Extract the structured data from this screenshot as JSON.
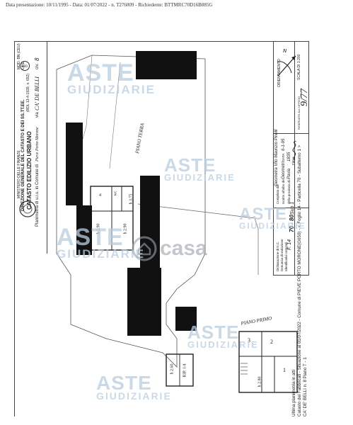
{
  "header": {
    "line": "Data presentazione: 10/11/1995 - Data: 01/07/2022 - n. T276009 - Richiedente: BTTMRC70D16B885G"
  },
  "left_panel": {
    "ministry": "MINISTERO DELLE FINANZE",
    "directorate": "DIREZIONE GENERALE DEL CATASTO E DEI SS.TT.EE.",
    "catasto": "CATASTO EDILIZIO URBANO",
    "rdl": "(RDL 13-4-1939, n. 652)",
    "planimetria": "Planimetria di u.i.u. in Comune di",
    "comune_hw": "Pieve Porto Morone",
    "via_label": "via",
    "via_hw": "CA' DE BELLI",
    "civ_label": "civ.",
    "civ_hw": "8",
    "mod": "MOD. BN (CEU)",
    "lire": "LIRE",
    "lire_value": "400"
  },
  "right_panel": {
    "scale": "SCALA DI 1:200",
    "orientamento": "ORIENTAMENTO",
    "north": "N",
    "riservato": "RISERVATO ALL'UFFICIO",
    "riservato_hw": "9/77",
    "dichiarazione": "Dichiarazione di N.C.",
    "denuncia": "Denuncia di variazione",
    "identificativi": "Identificativi catastali",
    "compilata": "Compilata dal",
    "compilata_hw": "Geometra Vito Maurizio Pinelli",
    "iscritto": "Iscritto all'albo de",
    "iscritto_hw": "Geometri",
    "provincia": "della provincia di",
    "provincia_hw": "Pavia",
    "numero_hw": "1835",
    "data_label": "DATA",
    "data_hw": "6-1-95",
    "firma_label": "Firma:",
    "foglio_hw": "F. 14",
    "mappale_hw": "70 - 80",
    "sub_hw": "Sub 1"
  },
  "bottom_vertical": {
    "line": "Ultima planimetria in atti",
    "situazione": "Catasto dei Fabbricati - Situazione al 01/07/2022 - Comune di PIEVE PORTO MORONE(G650) - < Foglio 14 - Particella 70 - Subalterno 1 >",
    "indirizzo": "CA' DE' BELLI n. 8 Piano T - 1"
  },
  "plan": {
    "piano_terra": "PIANO TERRA",
    "piano_primo": "PIANO PRIMO",
    "rooms_terra": [
      {
        "text": "4"
      },
      {
        "text": "wc"
      },
      {
        "text": "h 2.90"
      },
      {
        "text": "h 2.90"
      },
      {
        "text": "h 3.75"
      }
    ],
    "rooms_primo": [
      {
        "text": "3"
      },
      {
        "text": "2"
      },
      {
        "text": "1"
      },
      {
        "text": "h 2.80"
      }
    ],
    "rooms_lower": [
      {
        "text": "h 2.60"
      },
      {
        "text": "RIP. 1/4"
      }
    ]
  },
  "watermarks": [
    {
      "big": "ASTE",
      "small": "GIUDIZIARIE"
    },
    {
      "big": "ASTE",
      "small": "GIUDIZIARIE"
    },
    {
      "big": "ASTE",
      "small": "GIUDIZIARIE"
    },
    {
      "big": "ASTE",
      "small": "GIUDIZIARIE"
    },
    {
      "big": "ASTE",
      "small": "GIUDIZIARIE"
    }
  ],
  "brand": {
    "name": "casa"
  }
}
